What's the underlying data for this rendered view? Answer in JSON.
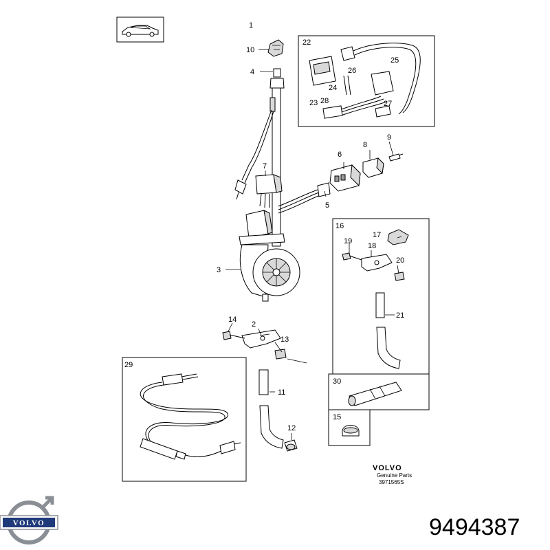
{
  "callouts": {
    "c1": "1",
    "c2": "2",
    "c3": "3",
    "c4": "4",
    "c5": "5",
    "c6": "6",
    "c7": "7",
    "c8": "8",
    "c9": "9",
    "c10": "10",
    "c11": "11",
    "c12": "12",
    "c13": "13",
    "c14": "14",
    "c15": "15",
    "c16": "16",
    "c17": "17",
    "c18": "18",
    "c19": "19",
    "c20": "20",
    "c21": "21",
    "c22": "22",
    "c23": "23",
    "c24": "24",
    "c25": "25",
    "c26": "26",
    "c27": "27",
    "c28": "28",
    "c29": "29",
    "c30": "30"
  },
  "footer": {
    "brand": "VOLVO",
    "genuine": "Genuine Parts",
    "code": "3971565S"
  },
  "logo": {
    "text": "VOLVO",
    "icon": "volvo-logo-icon"
  },
  "part_number": "9494387"
}
